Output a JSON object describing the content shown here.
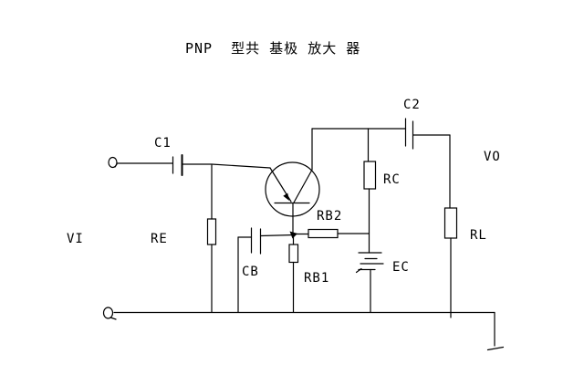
{
  "title": "PNP  型共 基极 放大 器",
  "circuit": {
    "type": "PNP common-base amplifier schematic",
    "components": {
      "c1": {
        "label": "C1",
        "type": "coupling-capacitor"
      },
      "c2": {
        "label": "C2",
        "type": "coupling-capacitor"
      },
      "cb": {
        "label": "CB",
        "type": "bypass-capacitor"
      },
      "re": {
        "label": "RE",
        "type": "resistor"
      },
      "rc": {
        "label": "RC",
        "type": "resistor"
      },
      "rl": {
        "label": "RL",
        "type": "load-resistor"
      },
      "rb1": {
        "label": "RB1",
        "type": "bias-resistor"
      },
      "rb2": {
        "label": "RB2",
        "type": "bias-resistor"
      },
      "ec": {
        "label": "EC",
        "type": "battery"
      },
      "vi": {
        "label": "VI",
        "type": "input-signal"
      },
      "vo": {
        "label": "VO",
        "type": "output-signal"
      }
    },
    "transistor": {
      "designator": "PNP",
      "style": "circle-symbol"
    }
  },
  "colors": {
    "background": "#ffffff",
    "ink": "#000000"
  }
}
